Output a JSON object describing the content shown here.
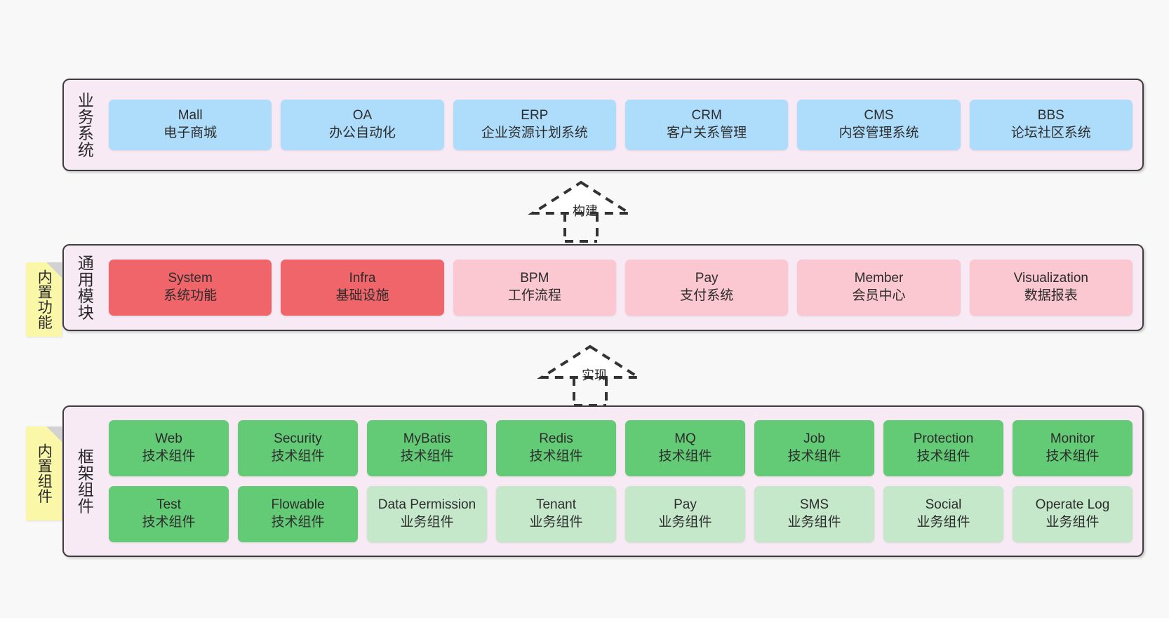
{
  "canvas": {
    "background_color": "#f8f8f8",
    "panel_color": "#f8eaf4",
    "panel_border_color": "#3d3d3d"
  },
  "layers": [
    {
      "id": "business",
      "title": "业务系统",
      "card_color": "#aeddfb",
      "cards": [
        {
          "name": "Mall",
          "desc": "电子商城"
        },
        {
          "name": "OA",
          "desc": "办公自动化"
        },
        {
          "name": "ERP",
          "desc": "企业资源计划系统"
        },
        {
          "name": "CRM",
          "desc": "客户关系管理"
        },
        {
          "name": "CMS",
          "desc": "内容管理系统"
        },
        {
          "name": "BBS",
          "desc": "论坛社区系统"
        }
      ]
    },
    {
      "id": "common",
      "title": "通用模块",
      "card_color_strong": "#f0656a",
      "card_color_light": "#fbc7d0",
      "cards": [
        {
          "name": "System",
          "desc": "系统功能",
          "emphasis": "strong"
        },
        {
          "name": "Infra",
          "desc": "基础设施",
          "emphasis": "strong"
        },
        {
          "name": "BPM",
          "desc": "工作流程",
          "emphasis": "light"
        },
        {
          "name": "Pay",
          "desc": "支付系统",
          "emphasis": "light"
        },
        {
          "name": "Member",
          "desc": "会员中心",
          "emphasis": "light"
        },
        {
          "name": "Visualization",
          "desc": "数据报表",
          "emphasis": "light"
        }
      ]
    },
    {
      "id": "framework",
      "title": "框架组件",
      "card_color_strong": "#63ca75",
      "card_color_light": "#c5e8cb",
      "rows": [
        [
          {
            "name": "Web",
            "desc": "技术组件",
            "emphasis": "strong"
          },
          {
            "name": "Security",
            "desc": "技术组件",
            "emphasis": "strong"
          },
          {
            "name": "MyBatis",
            "desc": "技术组件",
            "emphasis": "strong"
          },
          {
            "name": "Redis",
            "desc": "技术组件",
            "emphasis": "strong"
          },
          {
            "name": "MQ",
            "desc": "技术组件",
            "emphasis": "strong"
          },
          {
            "name": "Job",
            "desc": "技术组件",
            "emphasis": "strong"
          },
          {
            "name": "Protection",
            "desc": "技术组件",
            "emphasis": "strong"
          },
          {
            "name": "Monitor",
            "desc": "技术组件",
            "emphasis": "strong"
          }
        ],
        [
          {
            "name": "Test",
            "desc": "技术组件",
            "emphasis": "strong"
          },
          {
            "name": "Flowable",
            "desc": "技术组件",
            "emphasis": "strong"
          },
          {
            "name": "Data Permission",
            "desc": "业务组件",
            "emphasis": "light"
          },
          {
            "name": "Tenant",
            "desc": "业务组件",
            "emphasis": "light"
          },
          {
            "name": "Pay",
            "desc": "业务组件",
            "emphasis": "light"
          },
          {
            "name": "SMS",
            "desc": "业务组件",
            "emphasis": "light"
          },
          {
            "name": "Social",
            "desc": "业务组件",
            "emphasis": "light"
          },
          {
            "name": "Operate Log",
            "desc": "业务组件",
            "emphasis": "light"
          }
        ]
      ]
    }
  ],
  "notes": [
    {
      "id": "builtin-function",
      "text": "内置功能",
      "color": "#fbf7a8"
    },
    {
      "id": "builtin-component",
      "text": "内置组件",
      "color": "#fbf7a8"
    }
  ],
  "arrows": [
    {
      "id": "build",
      "label": "构建",
      "style": "dashed-hollow-uml-realization"
    },
    {
      "id": "implement",
      "label": "实现",
      "style": "dashed-hollow-uml-realization"
    }
  ]
}
